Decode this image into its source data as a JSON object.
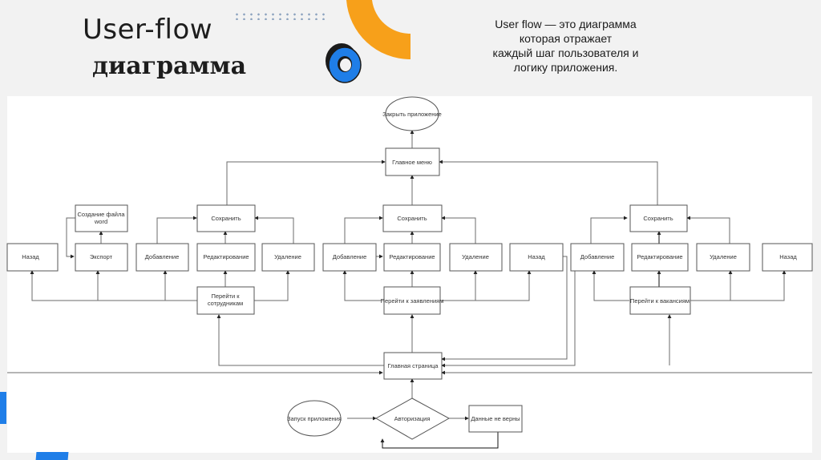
{
  "header": {
    "title_line1": "User-flow",
    "title_line2": "диаграмма",
    "description_lines": [
      "User flow — это диаграмма",
      "которая отражает",
      "каждый шаг пользователя и",
      "логику приложения."
    ]
  },
  "colors": {
    "orange": "#f7a01a",
    "blue": "#1f7ee8",
    "dark": "#1b1b1b",
    "page_bg": "#f2f2f2"
  },
  "diagram": {
    "nodes": {
      "close_app": "Закрыть приложение",
      "main_menu": "Главное меню",
      "save_left": "Сохранить",
      "save_mid": "Сохранить",
      "save_right": "Сохранить",
      "create_word": "Создание файла word",
      "back_left": "Назад",
      "export": "Экспорт",
      "add_left": "Добавление",
      "edit_left": "Редактирование",
      "delete_left": "Удаление",
      "goto_employees": "Перейти к сотрудникам",
      "add_mid": "Добавление",
      "edit_mid": "Редактирование",
      "delete_mid": "Удаление",
      "back_mid": "Назад",
      "goto_applications": "Перейти к заявлениям",
      "add_right": "Добавление",
      "edit_right": "Редактирование",
      "delete_right": "Удаление",
      "back_right": "Назад",
      "goto_vacancies": "Перейти к вакансиям",
      "home_page": "Главная страница",
      "launch_app": "Запуск приложения",
      "authorization": "Авторизация",
      "invalid_data": "Данные не верны"
    }
  }
}
